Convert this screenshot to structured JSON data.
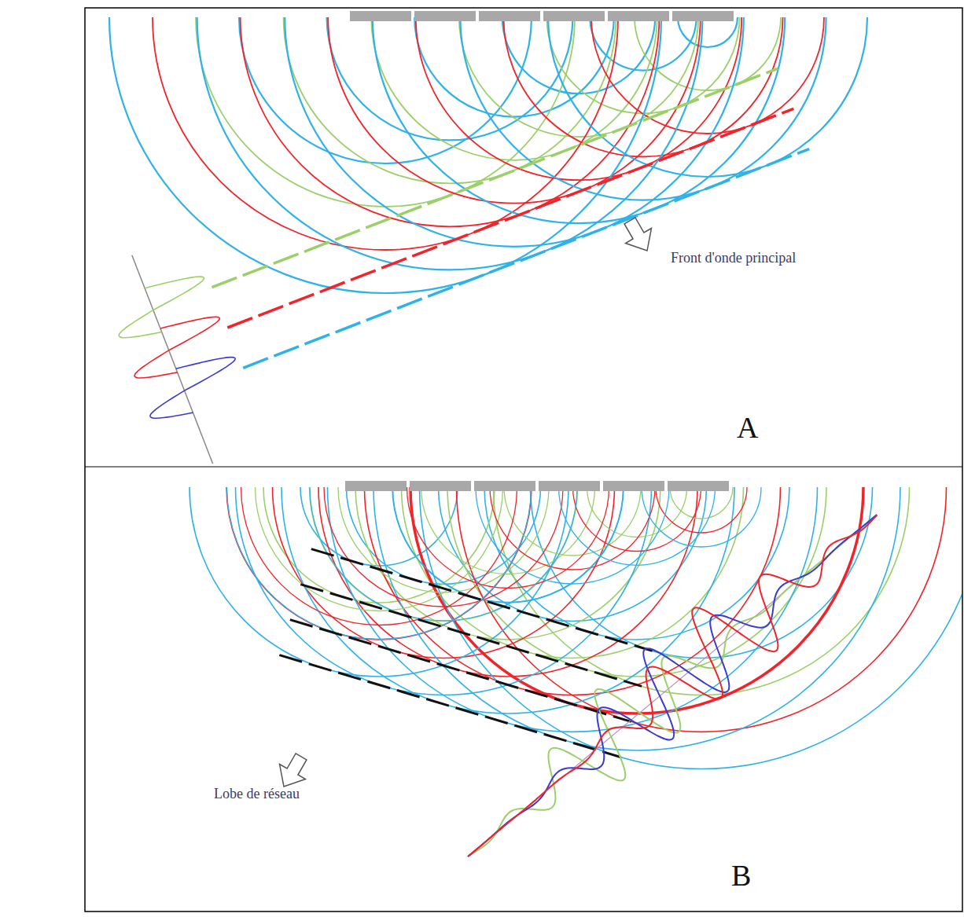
{
  "diagram": {
    "labels": [
      "Front d'onde principal",
      "A",
      "Lobe de réseau",
      "B"
    ]
  }
}
